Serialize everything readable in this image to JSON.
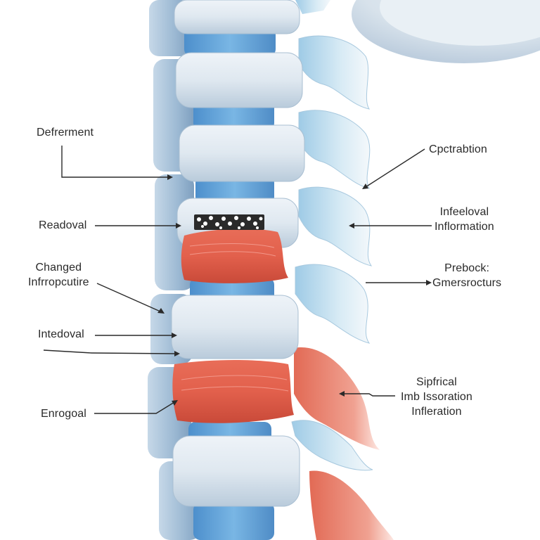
{
  "diagram": {
    "subject": "Spine anatomy illustration (lateral view of vertebral column)",
    "colors": {
      "background": "#ffffff",
      "vertebra_body": "#d9e4ee",
      "vertebra_shadow": "#9fb8cf",
      "disc_blue": "#5c9ed6",
      "disc_light": "#a9d2ee",
      "inflamed_disc": "#e2604c",
      "inflamed_light": "#f1a597",
      "process_blue": "#b7dcef",
      "label_text": "#2a2a2a",
      "arrow": "#2a2a2a"
    },
    "labels_left": [
      {
        "id": "defrerment",
        "lines": [
          "Defrerment"
        ]
      },
      {
        "id": "readoval",
        "lines": [
          "Readoval"
        ]
      },
      {
        "id": "changed",
        "lines": [
          "Changed",
          "Infrropcutire"
        ]
      },
      {
        "id": "intedoval",
        "lines": [
          "Intedoval"
        ]
      },
      {
        "id": "enrogoal",
        "lines": [
          "Enrogoal"
        ]
      }
    ],
    "labels_right": [
      {
        "id": "cpctrabtion",
        "lines": [
          "Cpctrabtion"
        ]
      },
      {
        "id": "infeeloval",
        "lines": [
          "Infeeloval",
          "Inflormation"
        ]
      },
      {
        "id": "prebock",
        "lines": [
          "Prebock:",
          "Gmersrocturs"
        ]
      },
      {
        "id": "sipfrical",
        "lines": [
          "Sipfrical",
          "Imb Issoration",
          "Infleration"
        ]
      }
    ]
  }
}
